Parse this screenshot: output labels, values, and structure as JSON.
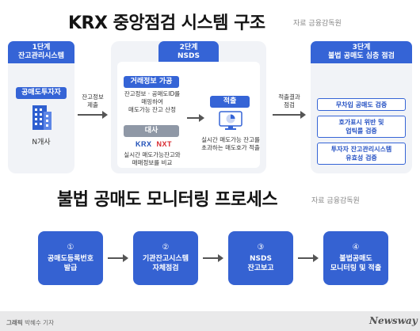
{
  "section1": {
    "title": "KRX 중앙점검 시스템 구조",
    "source": "자료 금융감독원",
    "stage1": {
      "label_line1": "1단계",
      "label_line2": "잔고관리시스템",
      "box_title": "공매도투자자",
      "caption": "N개사"
    },
    "arrow1_label_line1": "잔고정보",
    "arrow1_label_line2": "제출",
    "stage2": {
      "label_line1": "2단계",
      "label_line2": "NSDS",
      "section_a_title": "거래정보 가공",
      "section_a_line1": "잔고정보 · 공매도ID를",
      "section_a_line2": "매핑하여",
      "section_a_line3": "매도가능 잔고 산정",
      "section_b_title": "대사",
      "krx": "KRX",
      "nxt": "NXT",
      "section_b_line1": "실시간 매도가능잔고와",
      "section_b_line2": "매매정보를 비교",
      "detect_title": "적출",
      "detect_line1": "실시간 매도가능 잔고를",
      "detect_line2": "초과하는 매도호가 적출"
    },
    "arrow3_label_line1": "적출결과",
    "arrow3_label_line2": "점검",
    "stage3": {
      "label_line1": "3단계",
      "label_line2": "불법 공매도 심층 점검",
      "check1": "무차입 공매도 검증",
      "check2_line1": "호가표시 위반 및",
      "check2_line2": "업틱룰 검증",
      "check3_line1": "투자자 잔고관리시스템",
      "check3_line2": "유효성 검증"
    }
  },
  "section2": {
    "title": "불법 공매도 모니터링 프로세스",
    "source": "자료 금융감독원",
    "steps": [
      {
        "num": "①",
        "line1": "공매도등록번호",
        "line2": "발급"
      },
      {
        "num": "②",
        "line1": "기관잔고시스템",
        "line2": "자체점검"
      },
      {
        "num": "③",
        "line1": "NSDS",
        "line2": "잔고보고"
      },
      {
        "num": "④",
        "line1": "불법공매도",
        "line2": "모니터링 및 적출"
      }
    ]
  },
  "footer": {
    "credit_prefix": "그래픽",
    "credit_name": "박혜수 기자",
    "logo": "Newsway"
  },
  "colors": {
    "primary": "#3564d6",
    "step_blue": "#3562d2",
    "panel_bg": "#f1f3f7",
    "gray_title": "#8f98a6",
    "nxt_red": "#d8282e"
  }
}
